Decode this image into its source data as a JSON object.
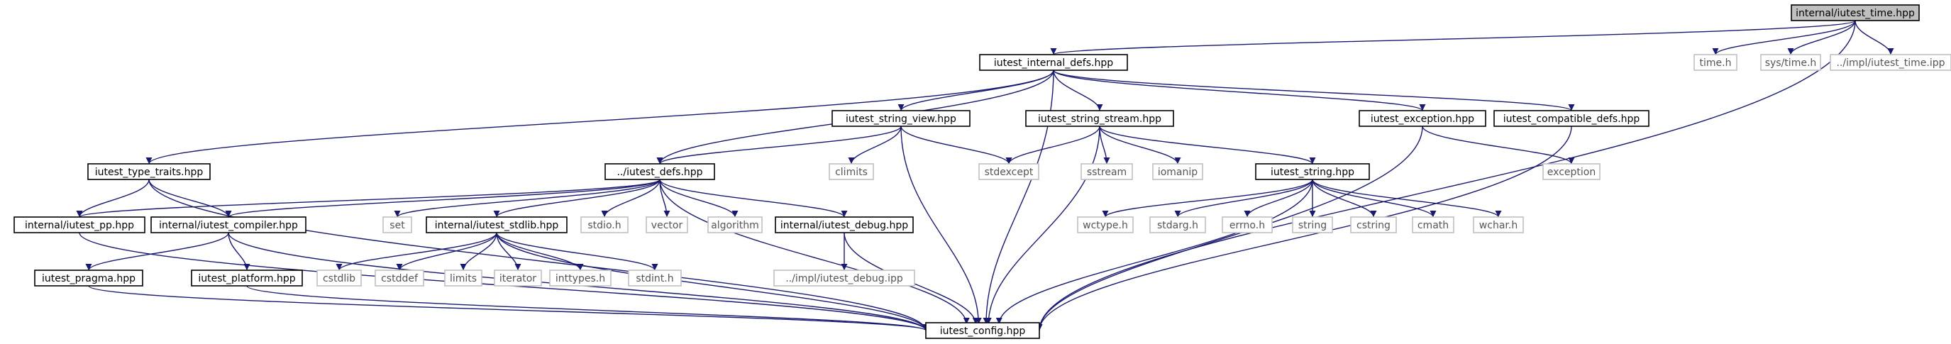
{
  "colors": {
    "edge": "#191970",
    "internal_border": "#000000",
    "external_border": "#bfbfbf",
    "root_fill": "#bfbfbf"
  },
  "nodes": {
    "root": {
      "label": "internal/iutest_time.hpp",
      "kind": "root"
    },
    "internal_defs": {
      "label": "iutest_internal_defs.hpp",
      "kind": "internal"
    },
    "time_h": {
      "label": "time.h",
      "kind": "external"
    },
    "sys_time_h": {
      "label": "sys/time.h",
      "kind": "external"
    },
    "impl_time_ipp": {
      "label": "../impl/iutest_time.ipp",
      "kind": "external"
    },
    "type_traits": {
      "label": "iutest_type_traits.hpp",
      "kind": "internal"
    },
    "string_view": {
      "label": "iutest_string_view.hpp",
      "kind": "internal"
    },
    "string_stream": {
      "label": "iutest_string_stream.hpp",
      "kind": "internal"
    },
    "exception_hpp": {
      "label": "iutest_exception.hpp",
      "kind": "internal"
    },
    "compatible_defs": {
      "label": "iutest_compatible_defs.hpp",
      "kind": "internal"
    },
    "defs": {
      "label": "../iutest_defs.hpp",
      "kind": "internal"
    },
    "climits": {
      "label": "climits",
      "kind": "external"
    },
    "stdexcept": {
      "label": "stdexcept",
      "kind": "external"
    },
    "sstream": {
      "label": "sstream",
      "kind": "external"
    },
    "iomanip": {
      "label": "iomanip",
      "kind": "external"
    },
    "string_hpp": {
      "label": "iutest_string.hpp",
      "kind": "internal"
    },
    "exception": {
      "label": "exception",
      "kind": "external"
    },
    "pp": {
      "label": "internal/iutest_pp.hpp",
      "kind": "internal"
    },
    "compiler": {
      "label": "internal/iutest_compiler.hpp",
      "kind": "internal"
    },
    "set": {
      "label": "set",
      "kind": "external"
    },
    "stdlib": {
      "label": "internal/iutest_stdlib.hpp",
      "kind": "internal"
    },
    "stdio_h": {
      "label": "stdio.h",
      "kind": "external"
    },
    "vector": {
      "label": "vector",
      "kind": "external"
    },
    "algorithm": {
      "label": "algorithm",
      "kind": "external"
    },
    "debug": {
      "label": "internal/iutest_debug.hpp",
      "kind": "internal"
    },
    "wctype_h": {
      "label": "wctype.h",
      "kind": "external"
    },
    "stdarg_h": {
      "label": "stdarg.h",
      "kind": "external"
    },
    "errno_h": {
      "label": "errno.h",
      "kind": "external"
    },
    "string": {
      "label": "string",
      "kind": "external"
    },
    "cstring": {
      "label": "cstring",
      "kind": "external"
    },
    "cmath": {
      "label": "cmath",
      "kind": "external"
    },
    "wchar_h": {
      "label": "wchar.h",
      "kind": "external"
    },
    "pragma": {
      "label": "iutest_pragma.hpp",
      "kind": "internal"
    },
    "platform": {
      "label": "iutest_platform.hpp",
      "kind": "internal"
    },
    "cstdlib": {
      "label": "cstdlib",
      "kind": "external"
    },
    "cstddef": {
      "label": "cstddef",
      "kind": "external"
    },
    "limits": {
      "label": "limits",
      "kind": "external"
    },
    "iterator": {
      "label": "iterator",
      "kind": "external"
    },
    "inttypes_h": {
      "label": "inttypes.h",
      "kind": "external"
    },
    "stdint_h": {
      "label": "stdint.h",
      "kind": "external"
    },
    "impl_debug_ipp": {
      "label": "../impl/iutest_debug.ipp",
      "kind": "external"
    },
    "config": {
      "label": "iutest_config.hpp",
      "kind": "internal"
    }
  },
  "edges": [
    [
      "root",
      "internal_defs"
    ],
    [
      "root",
      "time_h"
    ],
    [
      "root",
      "sys_time_h"
    ],
    [
      "root",
      "impl_time_ipp"
    ],
    [
      "root",
      "config"
    ],
    [
      "internal_defs",
      "type_traits"
    ],
    [
      "internal_defs",
      "string_view"
    ],
    [
      "internal_defs",
      "string_stream"
    ],
    [
      "internal_defs",
      "exception_hpp"
    ],
    [
      "internal_defs",
      "compatible_defs"
    ],
    [
      "internal_defs",
      "defs"
    ],
    [
      "internal_defs",
      "config"
    ],
    [
      "type_traits",
      "pp"
    ],
    [
      "type_traits",
      "compiler"
    ],
    [
      "type_traits",
      "config"
    ],
    [
      "string_view",
      "defs"
    ],
    [
      "string_view",
      "climits"
    ],
    [
      "string_view",
      "stdexcept"
    ],
    [
      "string_view",
      "config"
    ],
    [
      "string_stream",
      "stdexcept"
    ],
    [
      "string_stream",
      "sstream"
    ],
    [
      "string_stream",
      "iomanip"
    ],
    [
      "string_stream",
      "string_hpp"
    ],
    [
      "string_stream",
      "config"
    ],
    [
      "exception_hpp",
      "exception"
    ],
    [
      "exception_hpp",
      "config"
    ],
    [
      "compatible_defs",
      "config"
    ],
    [
      "defs",
      "pp"
    ],
    [
      "defs",
      "compiler"
    ],
    [
      "defs",
      "set"
    ],
    [
      "defs",
      "stdlib"
    ],
    [
      "defs",
      "stdio_h"
    ],
    [
      "defs",
      "vector"
    ],
    [
      "defs",
      "algorithm"
    ],
    [
      "defs",
      "debug"
    ],
    [
      "defs",
      "config"
    ],
    [
      "string_hpp",
      "wctype_h"
    ],
    [
      "string_hpp",
      "stdarg_h"
    ],
    [
      "string_hpp",
      "errno_h"
    ],
    [
      "string_hpp",
      "string"
    ],
    [
      "string_hpp",
      "cstring"
    ],
    [
      "string_hpp",
      "cmath"
    ],
    [
      "string_hpp",
      "wchar_h"
    ],
    [
      "string_hpp",
      "config"
    ],
    [
      "pp",
      "config"
    ],
    [
      "compiler",
      "pragma"
    ],
    [
      "compiler",
      "platform"
    ],
    [
      "compiler",
      "config"
    ],
    [
      "stdlib",
      "cstdlib"
    ],
    [
      "stdlib",
      "cstddef"
    ],
    [
      "stdlib",
      "limits"
    ],
    [
      "stdlib",
      "iterator"
    ],
    [
      "stdlib",
      "inttypes_h"
    ],
    [
      "stdlib",
      "stdint_h"
    ],
    [
      "stdlib",
      "config"
    ],
    [
      "debug",
      "impl_debug_ipp"
    ],
    [
      "debug",
      "config"
    ],
    [
      "pragma",
      "config"
    ],
    [
      "platform",
      "config"
    ]
  ]
}
